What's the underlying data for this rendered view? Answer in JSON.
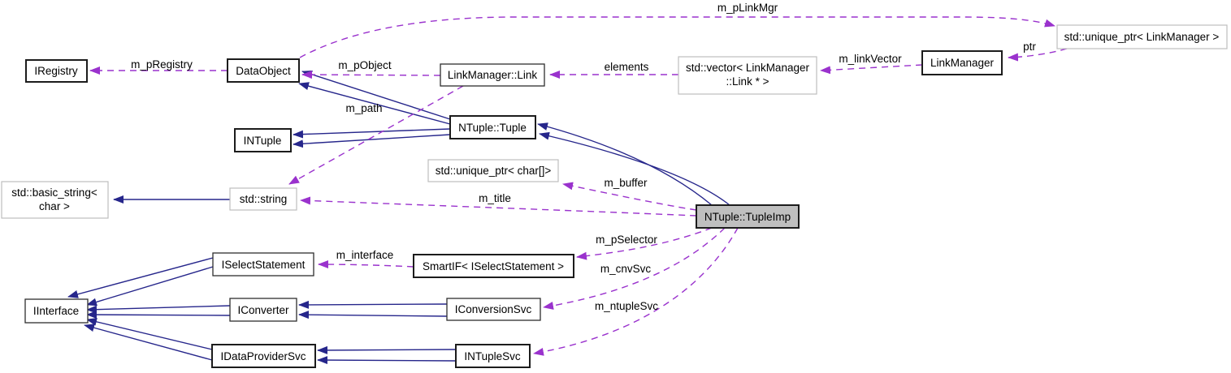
{
  "diagram": {
    "type": "collaboration-graph",
    "colors": {
      "inheritance_edge": "#26268b",
      "usage_edge": "#9a32cd",
      "node_fill": "#ffffff",
      "highlight_node_fill": "#bfbfbf",
      "node_border": "#1c1c1c",
      "external_node_border": "#bdbdbd",
      "text": "#000000",
      "background": "#ffffff"
    },
    "nodes": {
      "iregistry": {
        "label": "IRegistry"
      },
      "dataobject": {
        "label": "DataObject"
      },
      "linkmanager_link": {
        "label": "LinkManager::Link"
      },
      "vector_links": {
        "line1": "std::vector< LinkManager",
        "line2": "::Link * >"
      },
      "linkmanager": {
        "label": "LinkManager"
      },
      "unique_ptr_linkmanager": {
        "label": "std::unique_ptr< LinkManager >"
      },
      "intuple": {
        "label": "INTuple"
      },
      "ntuple_tuple": {
        "label": "NTuple::Tuple"
      },
      "unique_ptr_char": {
        "label": "std::unique_ptr< char[]>"
      },
      "std_string": {
        "label": "std::string"
      },
      "basic_string": {
        "line1": "std::basic_string<",
        "line2": "char >"
      },
      "ntuple_tupleimp": {
        "label": "NTuple::TupleImp"
      },
      "iselectstatement": {
        "label": "ISelectStatement"
      },
      "smartif": {
        "label": "SmartIF< ISelectStatement >"
      },
      "iinterface": {
        "label": "IInterface"
      },
      "iconverter": {
        "label": "IConverter"
      },
      "iconversionsvc": {
        "label": "IConversionSvc"
      },
      "idataprovidersvc": {
        "label": "IDataProviderSvc"
      },
      "intuplesvc": {
        "label": "INTupleSvc"
      }
    },
    "edge_labels": {
      "m_pLinkMgr": "m_pLinkMgr",
      "m_pRegistry": "m_pRegistry",
      "m_pObject": "m_pObject",
      "elements": "elements",
      "m_linkVector": "m_linkVector",
      "ptr": "ptr",
      "m_path": "m_path",
      "m_buffer": "m_buffer",
      "m_title": "m_title",
      "m_pSelector": "m_pSelector",
      "m_cnvSvc": "m_cnvSvc",
      "m_ntupleSvc": "m_ntupleSvc",
      "m_interface": "m_interface"
    }
  }
}
